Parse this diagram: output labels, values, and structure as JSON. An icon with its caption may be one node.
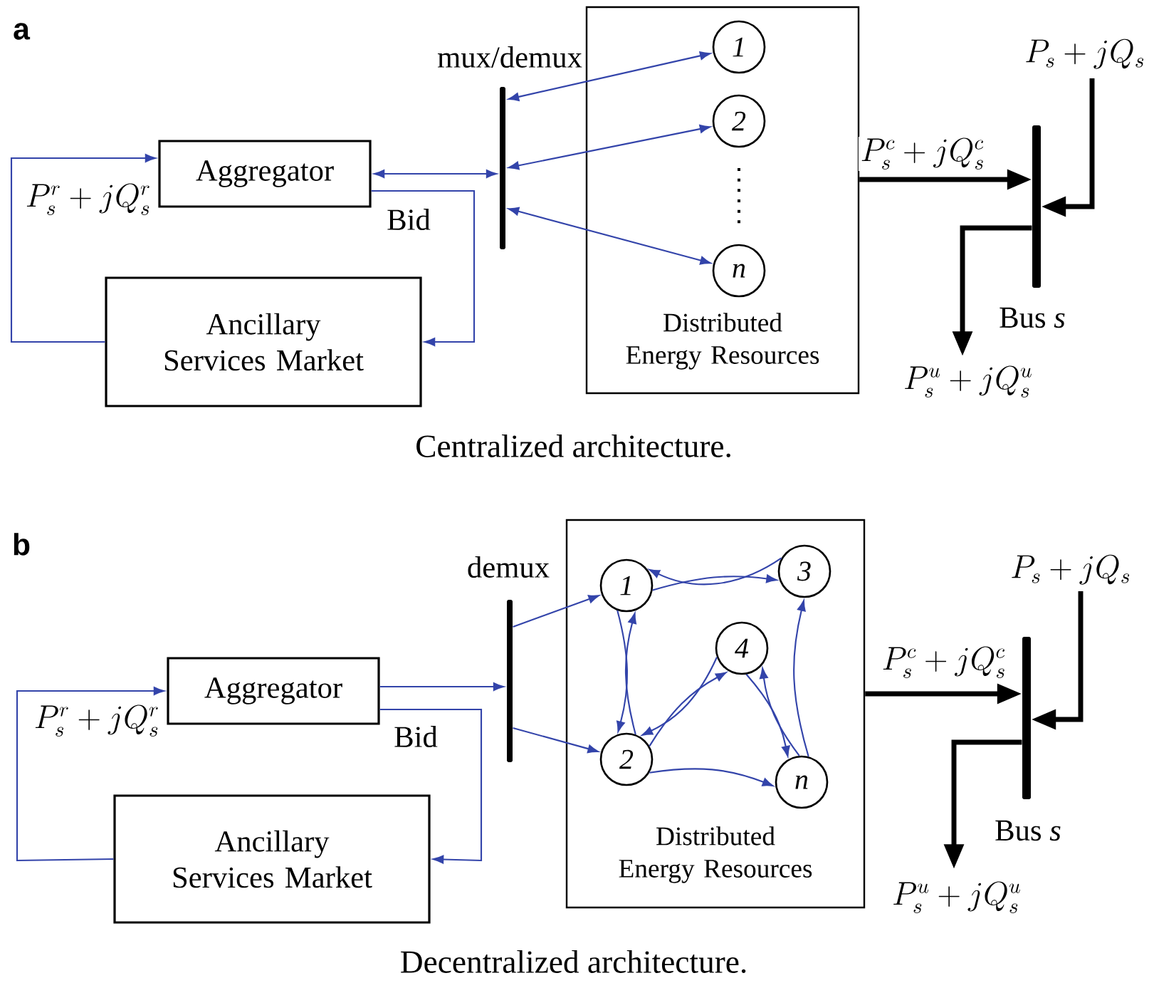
{
  "diagram": {
    "nodes": [
      {
        "text": [
          "Aggregator"
        ]
      },
      {
        "text": [
          "Ancillary Services Market"
        ]
      },
      {
        "text": [
          "mux/demux"
        ]
      },
      {
        "text": [
          "Distributed Energy Resources"
        ]
      },
      {
        "text": [
          "1"
        ],
        "in": 3
      },
      {
        "text": [
          "2"
        ],
        "in": 3
      },
      {
        "text": [
          "n"
        ],
        "in": 3
      },
      {
        "text": [
          "Bus *s*"
        ]
      },
      {
        "text": [
          "Aggregator"
        ]
      },
      {
        "text": [
          "Ancillary Services Market"
        ]
      },
      {
        "text": [
          "demux"
        ]
      },
      {
        "text": [
          "Distributed Energy Resources"
        ]
      },
      {
        "text": [
          "1"
        ],
        "in": 11
      },
      {
        "text": [
          "3"
        ],
        "in": 11
      },
      {
        "text": [
          "4"
        ],
        "in": 11
      },
      {
        "text": [
          "2"
        ],
        "in": 11
      },
      {
        "text": [
          "n"
        ],
        "in": 11
      },
      {
        "text": [
          "Bus *s*"
        ]
      }
    ],
    "edges": [
      {
        "from": 1,
        "to": 0,
        "arrow": "to",
        "label": "P_s^r + jQ_s^r"
      },
      {
        "from": 0,
        "to": 1,
        "arrow": "to",
        "label": "Bid"
      },
      {
        "from": 0,
        "to": 2,
        "arrow": "both"
      },
      {
        "from": 2,
        "to": 4,
        "arrow": "both"
      },
      {
        "from": 2,
        "to": 5,
        "arrow": "both"
      },
      {
        "from": 2,
        "to": 6,
        "arrow": "both"
      },
      {
        "from": 3,
        "to": 7,
        "arrow": "to",
        "label": "P_s^c + jQ_s^c",
        "style": "thick",
        "color": "#000000"
      },
      {
        "from": null,
        "to": 7,
        "arrow": "to",
        "label": "P_s + jQ_s",
        "style": "thick",
        "color": "#000000"
      },
      {
        "from": 7,
        "to": null,
        "arrow": "to",
        "label": "P_s^u + jQ_s^u",
        "style": "thick",
        "color": "#000000"
      },
      {
        "from": 9,
        "to": 8,
        "arrow": "to",
        "label": "P_s^r + jQ_s^r"
      },
      {
        "from": 8,
        "to": 9,
        "arrow": "to",
        "label": "Bid"
      },
      {
        "from": 8,
        "to": 10,
        "arrow": "to"
      },
      {
        "from": 10,
        "to": 12,
        "arrow": "to"
      },
      {
        "from": 10,
        "to": 15,
        "arrow": "to"
      },
      {
        "from": 13,
        "to": 12,
        "arrow": "to"
      },
      {
        "from": 12,
        "to": 13,
        "arrow": "to"
      },
      {
        "from": 12,
        "to": 15,
        "arrow": "to"
      },
      {
        "from": 15,
        "to": 12,
        "arrow": "to"
      },
      {
        "from": 14,
        "to": 15,
        "arrow": "to"
      },
      {
        "from": 15,
        "to": 14,
        "arrow": "to"
      },
      {
        "from": 14,
        "to": 16,
        "arrow": "to"
      },
      {
        "from": 16,
        "to": 14,
        "arrow": "to"
      },
      {
        "from": 15,
        "to": 16,
        "arrow": "to"
      },
      {
        "from": 16,
        "to": 13,
        "arrow": "to"
      },
      {
        "from": 11,
        "to": 17,
        "arrow": "to",
        "label": "P_s^c + jQ_s^c",
        "style": "thick",
        "color": "#000000"
      },
      {
        "from": null,
        "to": 17,
        "arrow": "to",
        "label": "P_s + jQ_s",
        "style": "thick",
        "color": "#000000"
      },
      {
        "from": 17,
        "to": null,
        "arrow": "to",
        "label": "P_s^u + jQ_s^u",
        "style": "thick",
        "color": "#000000"
      }
    ],
    "labels": [
      "a",
      "Centralized architecture.",
      "b",
      "Decentralized architecture."
    ]
  }
}
